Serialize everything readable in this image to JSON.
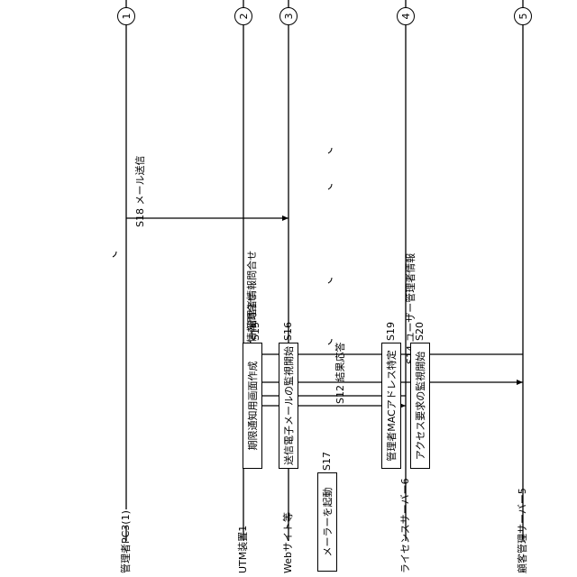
{
  "lanes": [
    {
      "label": "管理者PC3(1)",
      "marker": "1"
    },
    {
      "label": "UTM装置1",
      "marker": "2"
    },
    {
      "label": "Webサイト等",
      "marker": "3"
    },
    {
      "label": "ライセンスサーバー6",
      "marker": "4"
    },
    {
      "label": "顧客管理サーバー5",
      "marker": "5"
    }
  ],
  "messages": {
    "s11": "S11 ライセンス情報問合せ",
    "s12": "S12 結果応答",
    "s13": "S13 ユーザー管理者情報問合せ",
    "s14": "S14 ユーザー管理者情報",
    "s18": "S18 メール送信"
  },
  "steps": {
    "s15": {
      "tag": "S15",
      "text": "期限通知用画面作成"
    },
    "s16": {
      "tag": "S16",
      "text": "送信電子メールの監視開始"
    },
    "s17": {
      "tag": "S17",
      "text": "メーラーを起動"
    },
    "s19": {
      "tag": "S19",
      "text": "管理者MACアドレス特定"
    },
    "s20": {
      "tag": "S20",
      "text": "アクセス要求の監視開始"
    }
  }
}
